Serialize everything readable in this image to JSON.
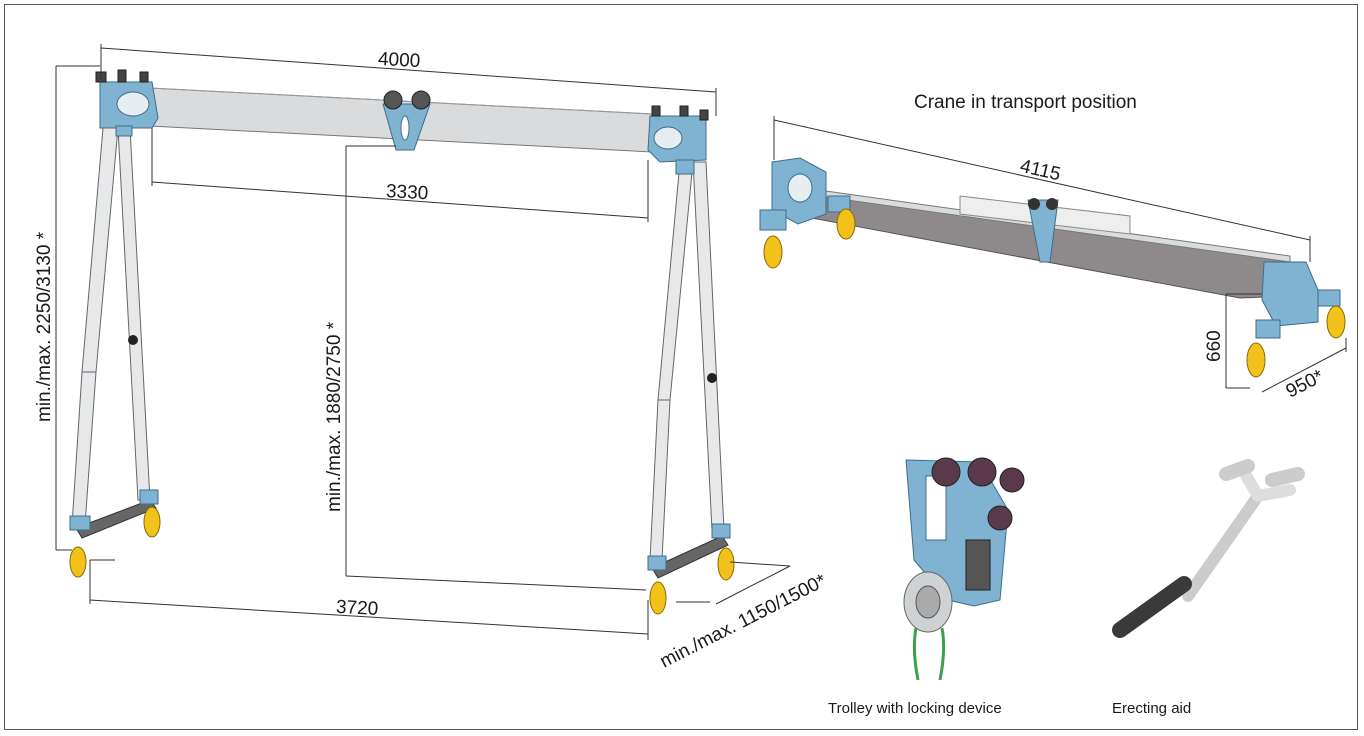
{
  "crane": {
    "dim_width_total": "4000",
    "dim_beam_inner": "3330",
    "dim_height_total": "min./max. 2250/3130 *",
    "dim_height_inner": "min./max. 1880/2750 *",
    "dim_base_width": "3720",
    "dim_base_depth": "min./max. 1150/1500*"
  },
  "transport": {
    "title": "Crane in transport position",
    "dim_length": "4115",
    "dim_height": "660",
    "dim_width": "950*"
  },
  "trolley": {
    "caption": "Trolley with locking device"
  },
  "erecting_aid": {
    "caption": "Erecting aid"
  },
  "colors": {
    "frame_blue": "#7fb3d1",
    "wheel_yellow": "#f2c21b",
    "beam_grey": "#d9dbdd",
    "rope_green": "#3aa04a"
  }
}
